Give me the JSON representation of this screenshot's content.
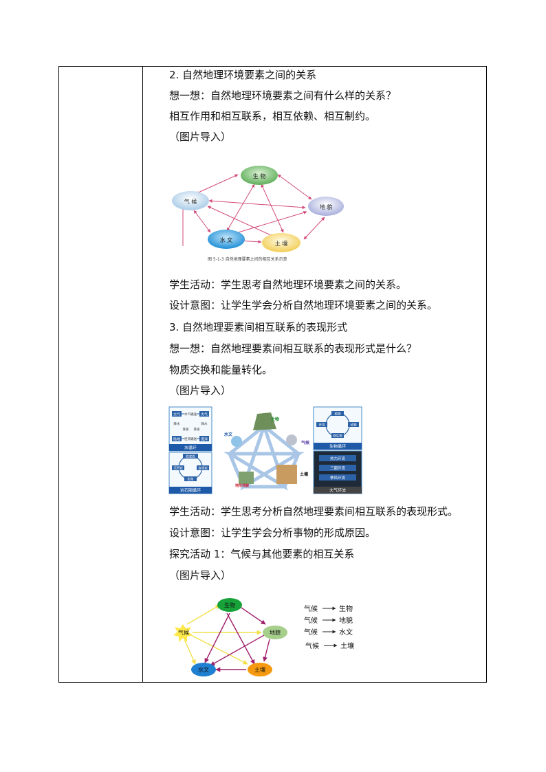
{
  "lines": {
    "l1": "2. 自然地理环境要素之间的关系",
    "l2": "想一想：自然地理环境要素之间有什么样的关系？",
    "l3": "相互作用和相互联系，相互依赖、相互制约。",
    "l4": "（图片导入）",
    "l5": "学生活动：学生思考自然地理环境要素之间的关系。",
    "l6": "设计意图：让学生学会分析自然地理环境要素之间的关系。",
    "l7": "3. 自然地理要素间相互联系的表现形式",
    "l8": "想一想：自然地理要素间相互联系的表现形式是什么？",
    "l9": "物质交换和能量转化。",
    "l10": "（图片导入）",
    "l11": "学生活动：学生思考分析自然地理要素间相互联系的表现形式。",
    "l12": "设计意图：让学生学会分析事物的形成原因。",
    "l13": "探究活动 1：气候与其他要素的相互关系",
    "l14": "（图片导入）"
  },
  "figure1": {
    "nodes": {
      "biology": "生 物",
      "climate": "气 候",
      "landform": "地 貌",
      "hydrology": "水 文",
      "soil": "土 壤"
    },
    "caption": "图 5-1-3  自然地理要素之间的相互关系示意",
    "colors": {
      "biology": "#5fae5a",
      "climate": "#cfe3f3",
      "landform": "#c8cde8",
      "hydrology": "#1f8fd6",
      "soil": "#f5d56b",
      "arrow": "#d24a7a"
    }
  },
  "figure2": {
    "water_cycle": {
      "title": "水循环",
      "cells": [
        "大气",
        "水汽输送",
        "大气",
        "降水",
        "蒸发",
        "降水",
        "蒸发",
        "陆地",
        "径流输送",
        "海洋"
      ]
    },
    "rock_cycle": {
      "title": "岩石圈循环",
      "cells": [
        "岩浆岩",
        "沉积岩",
        "变质岩",
        "岩浆"
      ]
    },
    "bio_cycle": {
      "title": "生物循环",
      "cells": [
        "植物",
        "环境",
        "动物",
        "微生物"
      ]
    },
    "atmo_cycle": {
      "title": "大气环流",
      "items": [
        "热力环流",
        "三圈环流",
        "季风环流"
      ]
    },
    "center": {
      "biology": "生物",
      "hydrology": "水文",
      "climate": "气候",
      "landform": "地形地貌",
      "soil": "土壤"
    }
  },
  "figure3": {
    "nodes": {
      "biology": "生物",
      "climate": "气候",
      "landform": "地貌",
      "hydrology": "水文",
      "soil": "土壤"
    },
    "legend": [
      {
        "from": "气候",
        "to": "生物"
      },
      {
        "from": "气候",
        "to": "地貌"
      },
      {
        "from": "气候",
        "to": "水文"
      },
      {
        "from": "气候",
        "to": "土壤"
      }
    ],
    "colors": {
      "biology": "#17a33a",
      "climate": "#ffe94a",
      "landform": "#a6cf8c",
      "hydrology": "#1f7fd0",
      "soil": "#f59a10",
      "yellow_arrow": "#f2e04a",
      "purple_arrow": "#a01e6a"
    }
  }
}
